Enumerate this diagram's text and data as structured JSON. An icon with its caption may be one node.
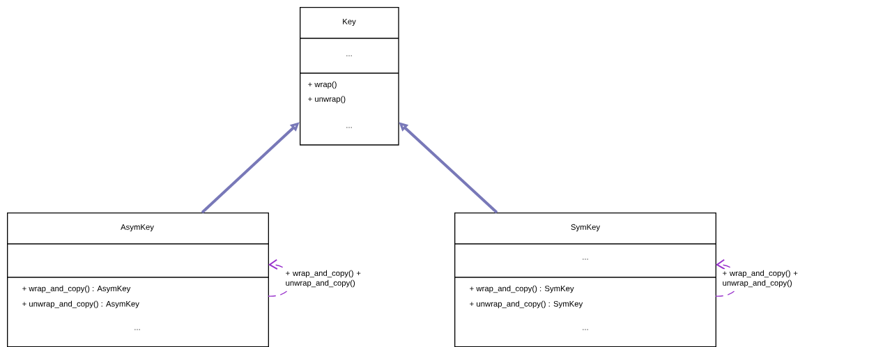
{
  "diagram": {
    "nodes": [
      {
        "text": [
          "Key",
          "...",
          "+ wrap()",
          "+ unwrap()",
          "..."
        ]
      },
      {
        "text": [
          "AsymKey",
          "+ wrap_and_copy() : AsymKey",
          "+ unwrap_and_copy() : AsymKey",
          "..."
        ]
      },
      {
        "text": [
          "SymKey",
          "...",
          "+ wrap_and_copy() : SymKey",
          "+ unwrap_and_copy() : SymKey",
          "..."
        ]
      }
    ],
    "edges": [
      {
        "from": 1,
        "to": 0,
        "arrow": "to",
        "style": "thick",
        "color": "#7878b8"
      },
      {
        "from": 2,
        "to": 0,
        "arrow": "to",
        "style": "thick",
        "color": "#7878b8"
      },
      {
        "from": 1,
        "to": 1,
        "arrow": "to",
        "style": "dashed",
        "color": "#9933cc",
        "label": "+ wrap_and_copy() + unwrap_and_copy()"
      },
      {
        "from": 2,
        "to": 2,
        "arrow": "to",
        "style": "dashed",
        "color": "#9933cc",
        "label": "+ wrap_and_copy() + unwrap_and_copy()"
      }
    ]
  }
}
